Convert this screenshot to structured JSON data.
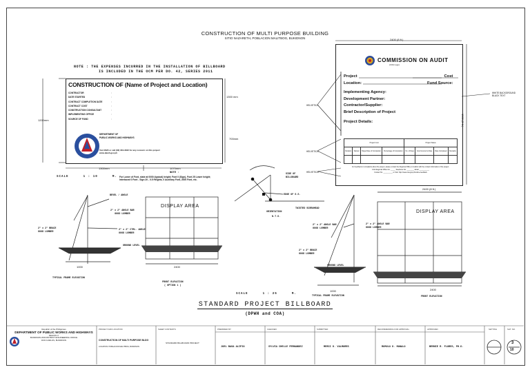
{
  "header": {
    "title": "CONSTRUCTION OF MULTI PURPOSE BUILDING",
    "location": "SITIO NAZARETH, POBLACION MALITBOG, BUKIDNON"
  },
  "note": {
    "line1": "NOTE  :  THE EXPENSES INCURRED IN THE INSTALLATION OF BILLBOARD",
    "line2": "IS INCLUDED IN THE OCM PER DO. 42, SERIES 2011"
  },
  "dpwh_board": {
    "heading": "CONSTRUCTION OF (Name of Project and Location)",
    "fields": [
      "CONTRACTOR",
      "DATE STARTED",
      "CONTRACT COMPLETION DATE",
      "CONTRACT COST",
      "CONSTRUCTION CONSULTANT",
      "IMPLEMENTING OFFICE",
      "SOURCE OF FUND"
    ],
    "dept_line1": "DEPARTMENT OF",
    "dept_line2": "PUBLIC WORKS AND HIGHWAYS",
    "contact1": "Text 2920 or call (02) 304-3322 for any concern on this project",
    "contact2": "www.dpwh.gov.ph",
    "dim_width1": "1300mm",
    "dim_width2": "1070mm",
    "dim_left": "1200mm",
    "dim_right": "1300 mm",
    "dim_right2": "700mm"
  },
  "scale_left": {
    "label": "SCALE",
    "value": "1 : 10",
    "unit": "M."
  },
  "note2": {
    "label": "NOTE :",
    "text1": "For Lower of Font, state at 0000 (typical) height; Font 0 (Sign), Font 25 Lower height;",
    "text2": "Interlaced 0 Font - Sign 20 - 0.5 Heights, 0 Auxiliary Font, 2000 Font, etc."
  },
  "coa_board": {
    "heading": "COMMISSION ON AUDIT",
    "subheading": "(COA Logo)",
    "project": "Project",
    "cost": "Cost",
    "location": "Location:",
    "fund_source": "Fund Source:",
    "implementing": "Implementing Agency:",
    "partner": "Development Partner:",
    "contractor": "Contractor/Supplier:",
    "brief": "Brief Description of Project",
    "details": "Project Details:",
    "table_headers1": [
      "Project Cost",
      "",
      "",
      "",
      "Project Status",
      "",
      "",
      ""
    ],
    "table_headers2": [
      "Duration",
      "Started",
      "Target Date of Completion",
      "Percentage of Completion",
      "No. of Days",
      "Cost Incurred to Date",
      "Date Completed",
      "Remarks"
    ],
    "footer1": "For feedback or complaints about the project, please contact the Regional Office or Auditor with the contact information of the project.",
    "footer2": "COA Regional Office No. _____  Telephone No. ________  Email ___________",
    "footer3": "Contact Tel. __________  or  Visit: http://www.coa.gov.ph/online-feedback",
    "dim_top": "2400 (8 ft.)",
    "dim_side": "1500 (5 ft.)",
    "helvetica1": "HELVETICA",
    "helvetica2": "HELVETICA",
    "helvetica3": "HELVETICA",
    "callout": "WHITE BACKGROUND BLACK TEXT"
  },
  "detail": {
    "label1": "SIDE OF BILLBOARD",
    "label2": "EDGE OF G.S.",
    "label3": "TWISTED SCREWHEAD",
    "label4": "ORIENTATION",
    "label5": "N.T.S."
  },
  "left_elev": {
    "display_area": "DISPLAY AREA",
    "label_top": "BEVEL / ANGLE",
    "label_ir": "2\" x 2\" ANGLE BAR",
    "label_ir2": "GOOD LUMBER",
    "label_ct": "2\" x 2\" CTRL. ANGLE",
    "label_ct2": "GOOD LUMBER",
    "label_ground": "GROUND LEVEL",
    "label_tie": "2\" x 2\" BRACE",
    "label_tie2": "GOOD LUMBER",
    "dim_bottom": "1000",
    "dim_bottom2": "2400",
    "caption1": "TYPICAL FRAME ELEVATION",
    "caption2": "FRONT ELEVATION",
    "caption2b": "( OPTION 1 )"
  },
  "scale_mid": {
    "label": "SCALE",
    "value": "1 : 25",
    "unit": "M."
  },
  "right_elev": {
    "display_area": "DISPLAY AREA",
    "dim_top": "2400 (8 ft.)",
    "label_ir": "2\" x 2\" ANGLE BAR",
    "label_ir2": "GOOD LUMBER",
    "label_ir3": "2\" x 2\" ANGLE BAR",
    "label_ir4": "GOOD LUMBER",
    "label_ground": "GROUND LEVEL",
    "caption1": "TYPICAL FRAME ELEVATION",
    "caption2": "FRONT ELEVATION",
    "dim_bottom": "2400"
  },
  "main_title": "STANDARD PROJECT BILLBOARD",
  "main_subtitle": "(DPWH and COA)",
  "title_block": {
    "agency0": "Republic of the Philippines",
    "agency1": "DEPARTMENT OF PUBLIC WORKS AND HIGHWAYS",
    "agency2": "REGION X",
    "agency3": "BUKIDNON 2ND DISTRICT ENGINEERING OFFICE",
    "agency4": "DON CARLOS, BUKIDNON",
    "project_lbl": "PROJECT AND LOCATION:",
    "project_val": "CONSTRUCTION OF MULTI PURPOSE BLDG",
    "project_val2": "LOCATION: POBLACION MALITBOG, BUKIDNON",
    "sheet_lbl": "SHEET CONTENTS:",
    "sheet_val": "STANDARD BILLBOARD PROJECT",
    "prepared_lbl": "PREPARED BY:",
    "prepared_val": "JOEL BASA ALIPIO",
    "checked_lbl": "CHECKED:",
    "checked_val": "SYLVIA CHELLE FERNANDEZ",
    "submitted_lbl": "SUBMITTED:",
    "submitted_val": "MERCI D. VALMORES",
    "recommend_lbl": "RECOMMENDING FOR APPROVAL:",
    "recommend_val": "ROMULO D. MANALO",
    "approved_lbl": "APPROVED:",
    "approved_val": "BERNIE R. FLORES, PH.D.",
    "setting_lbl": "SETTING",
    "sheet_no_lbl": "SHT. NO.",
    "sheet_num": "3",
    "sheet_total": "10"
  }
}
